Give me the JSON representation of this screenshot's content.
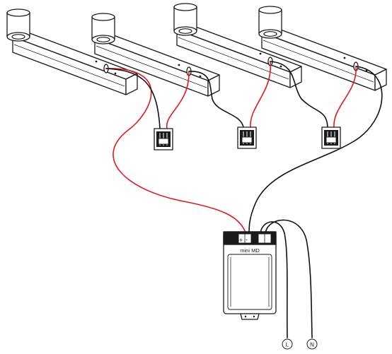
{
  "driver": {
    "label": "mini MD",
    "plus_sign": "+",
    "minus_sign": "-"
  },
  "terminals": {
    "live": "L",
    "neutral": "N"
  },
  "colors": {
    "positive_wire": "#e3191e",
    "negative_wire": "#111111",
    "outline": "#1a1a1a"
  },
  "fixture_count": 4,
  "connector_count": 3
}
